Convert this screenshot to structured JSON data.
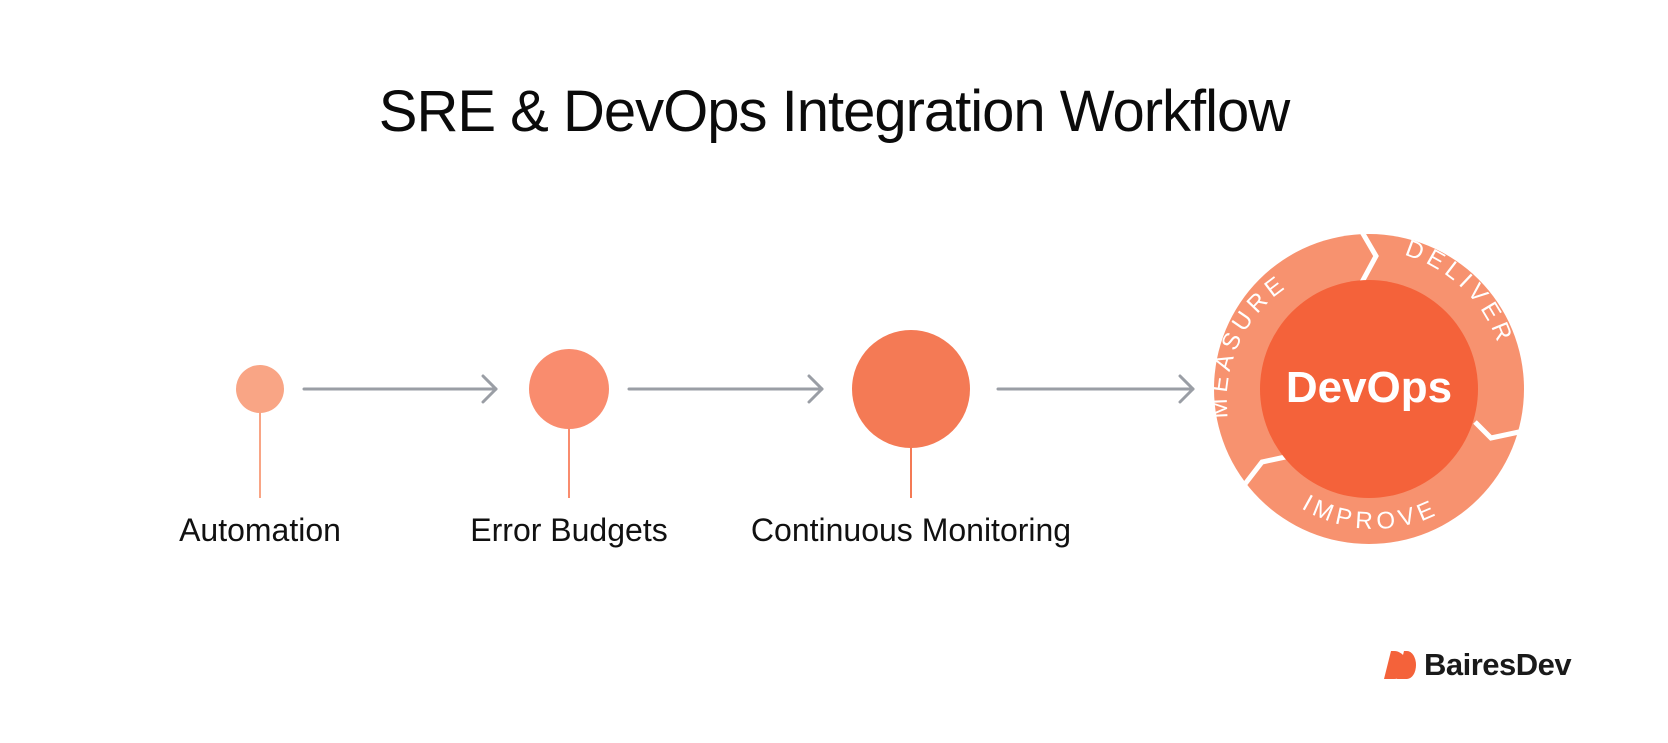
{
  "title": "SRE & DevOps Integration Workflow",
  "steps": [
    {
      "label": "Automation",
      "color": "#F9A585"
    },
    {
      "label": "Error Budgets",
      "color": "#F98C6E"
    },
    {
      "label": "Continuous Monitoring",
      "color": "#F47A55"
    }
  ],
  "devops_cycle": {
    "center_label": "DevOps",
    "segments": [
      "MEASURE",
      "DELIVER",
      "IMPROVE"
    ],
    "ring_color": "#F7926F",
    "center_color": "#F4623A"
  },
  "arrow_color": "#9A9EA5",
  "brand": {
    "name": "BairesDev",
    "logo_color": "#F4623A"
  }
}
